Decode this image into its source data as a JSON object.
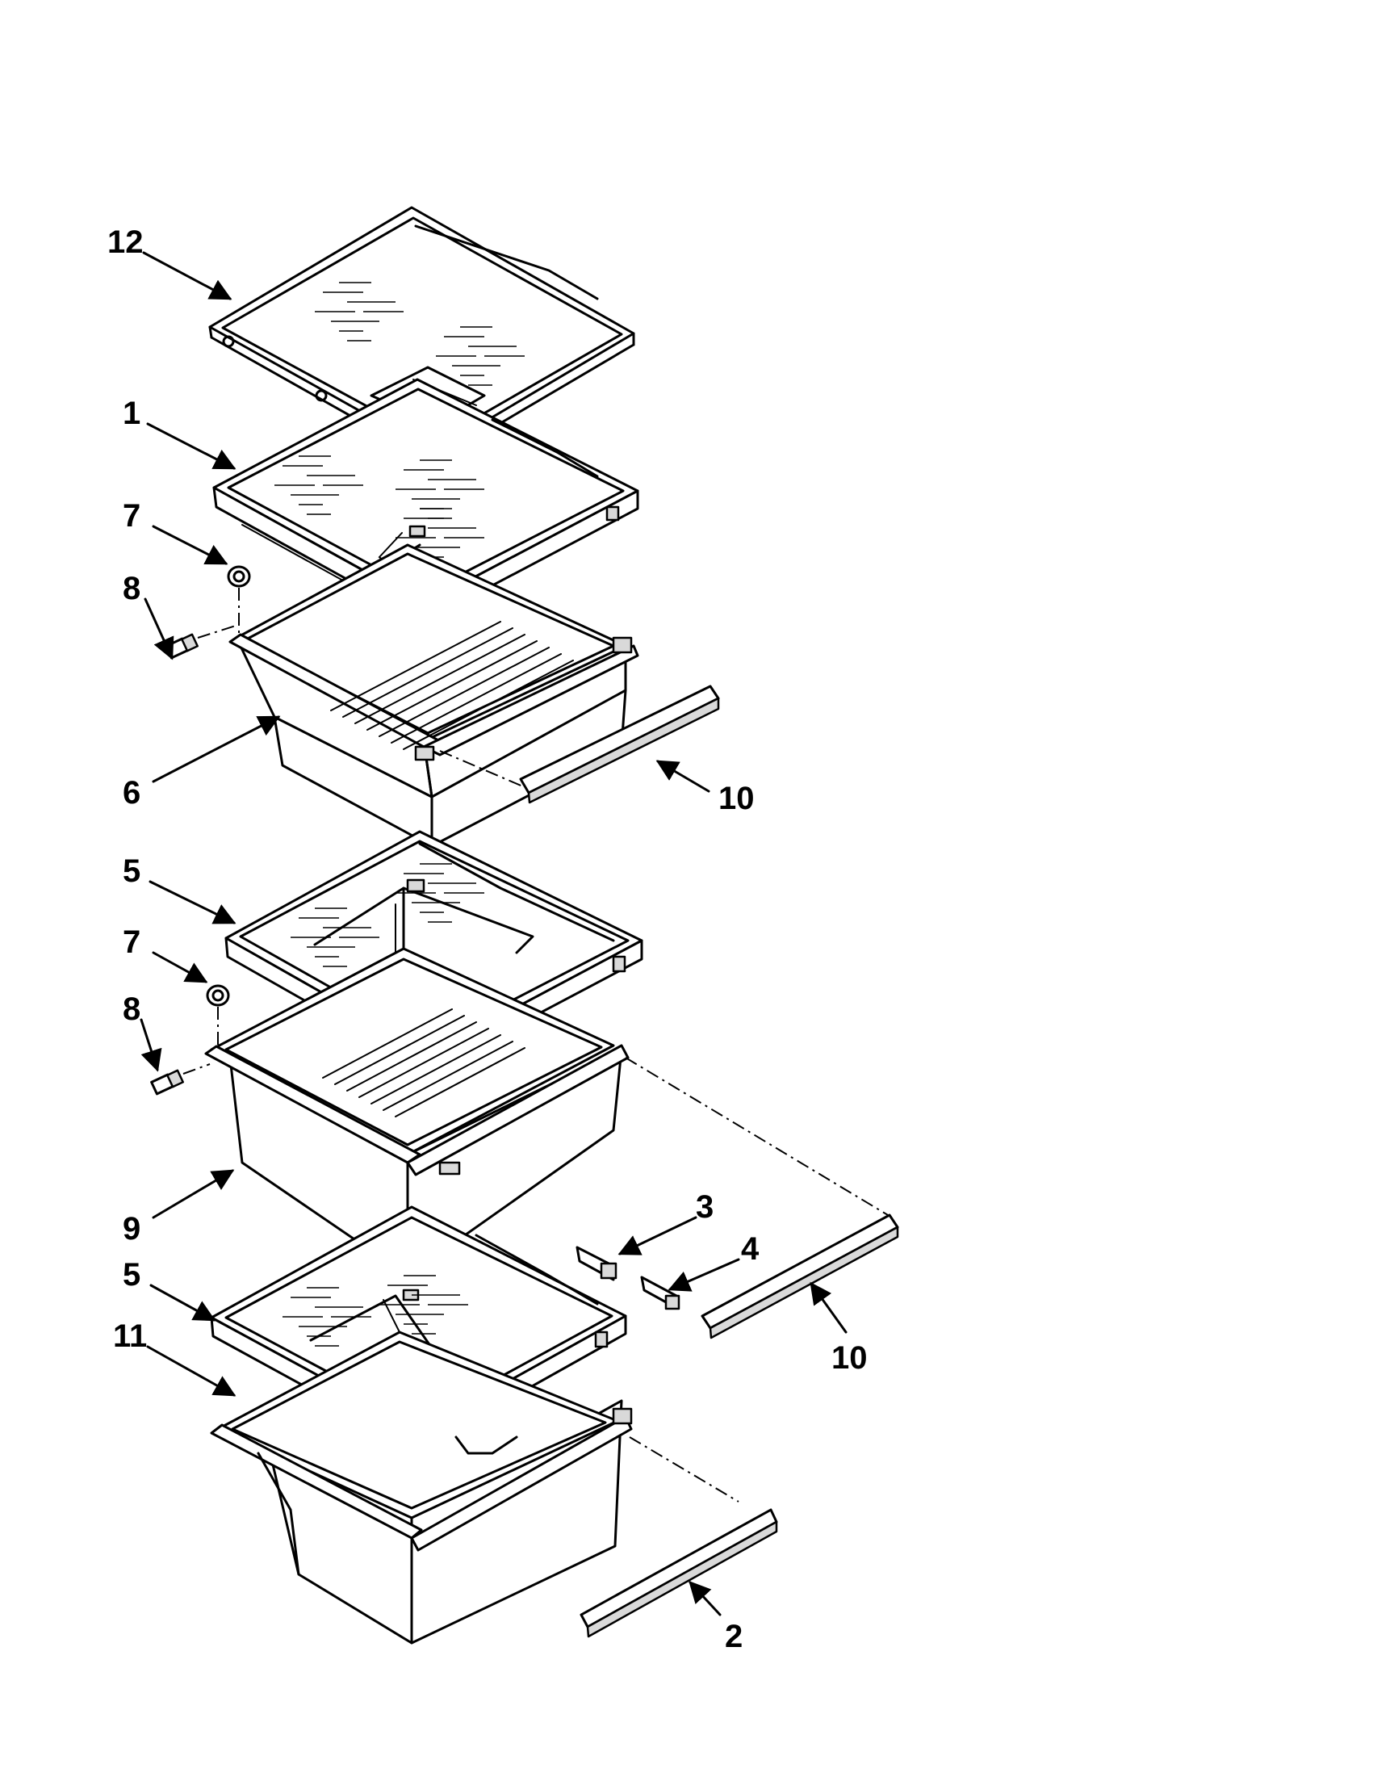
{
  "diagram": {
    "callouts": [
      {
        "id": "12",
        "text": "12"
      },
      {
        "id": "1",
        "text": "1"
      },
      {
        "id": "7a",
        "text": "7"
      },
      {
        "id": "8a",
        "text": "8"
      },
      {
        "id": "6",
        "text": "6"
      },
      {
        "id": "10a",
        "text": "10"
      },
      {
        "id": "5a",
        "text": "5"
      },
      {
        "id": "7b",
        "text": "7"
      },
      {
        "id": "8b",
        "text": "8"
      },
      {
        "id": "9",
        "text": "9"
      },
      {
        "id": "3",
        "text": "3"
      },
      {
        "id": "4",
        "text": "4"
      },
      {
        "id": "10b",
        "text": "10"
      },
      {
        "id": "5b",
        "text": "5"
      },
      {
        "id": "11",
        "text": "11"
      },
      {
        "id": "2",
        "text": "2"
      }
    ]
  }
}
